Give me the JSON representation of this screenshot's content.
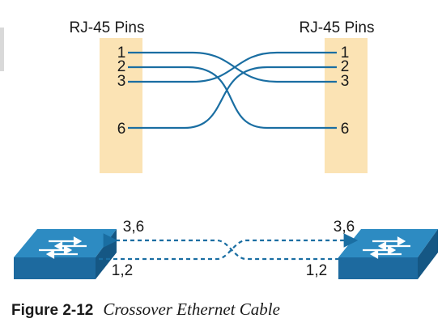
{
  "diagram": {
    "left_header": "RJ-45 Pins",
    "right_header": "RJ-45 Pins",
    "left_pins": [
      "1",
      "2",
      "3",
      "6"
    ],
    "right_pins": [
      "1",
      "2",
      "3",
      "6"
    ],
    "left_switch_top_label": "3,6",
    "left_switch_bottom_label": "1,2",
    "right_switch_top_label": "3,6",
    "right_switch_bottom_label": "1,2"
  },
  "caption": {
    "label": "Figure 2-12",
    "title": "Crossover Ethernet Cable"
  },
  "colors": {
    "pin_block": "#fbe3b4",
    "wire": "#1a6ea2",
    "switch_top": "#2d8bc2",
    "switch_front": "#1d6a9f",
    "switch_side": "#155784",
    "text": "#1a1a1a"
  }
}
